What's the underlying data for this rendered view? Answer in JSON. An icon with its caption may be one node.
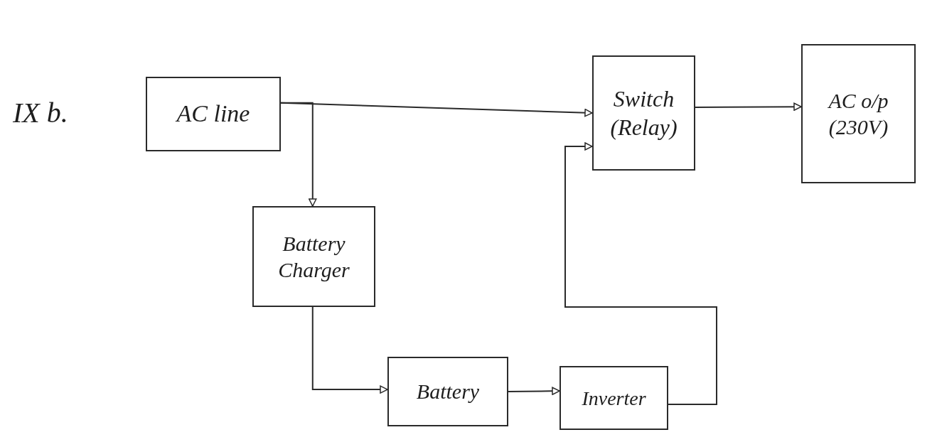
{
  "diagram": {
    "nodes": [
      {
        "text": [
          "AC line"
        ]
      },
      {
        "text": [
          "Switch (Relay)"
        ]
      },
      {
        "text": [
          "AC o/p (230V)"
        ]
      },
      {
        "text": [
          "Battery Charger"
        ]
      },
      {
        "text": [
          "Battery"
        ]
      },
      {
        "text": [
          "Inverter"
        ]
      }
    ],
    "edges": [
      {
        "from": 0,
        "to": 1,
        "arrow": "to"
      },
      {
        "from": 0,
        "to": 3,
        "arrow": "to"
      },
      {
        "from": 1,
        "to": 2,
        "arrow": "to"
      },
      {
        "from": 3,
        "to": 4,
        "arrow": "to"
      },
      {
        "from": 4,
        "to": 5,
        "arrow": "to"
      },
      {
        "from": 5,
        "to": 1,
        "arrow": "to"
      }
    ],
    "labels": [
      "IX b."
    ]
  }
}
